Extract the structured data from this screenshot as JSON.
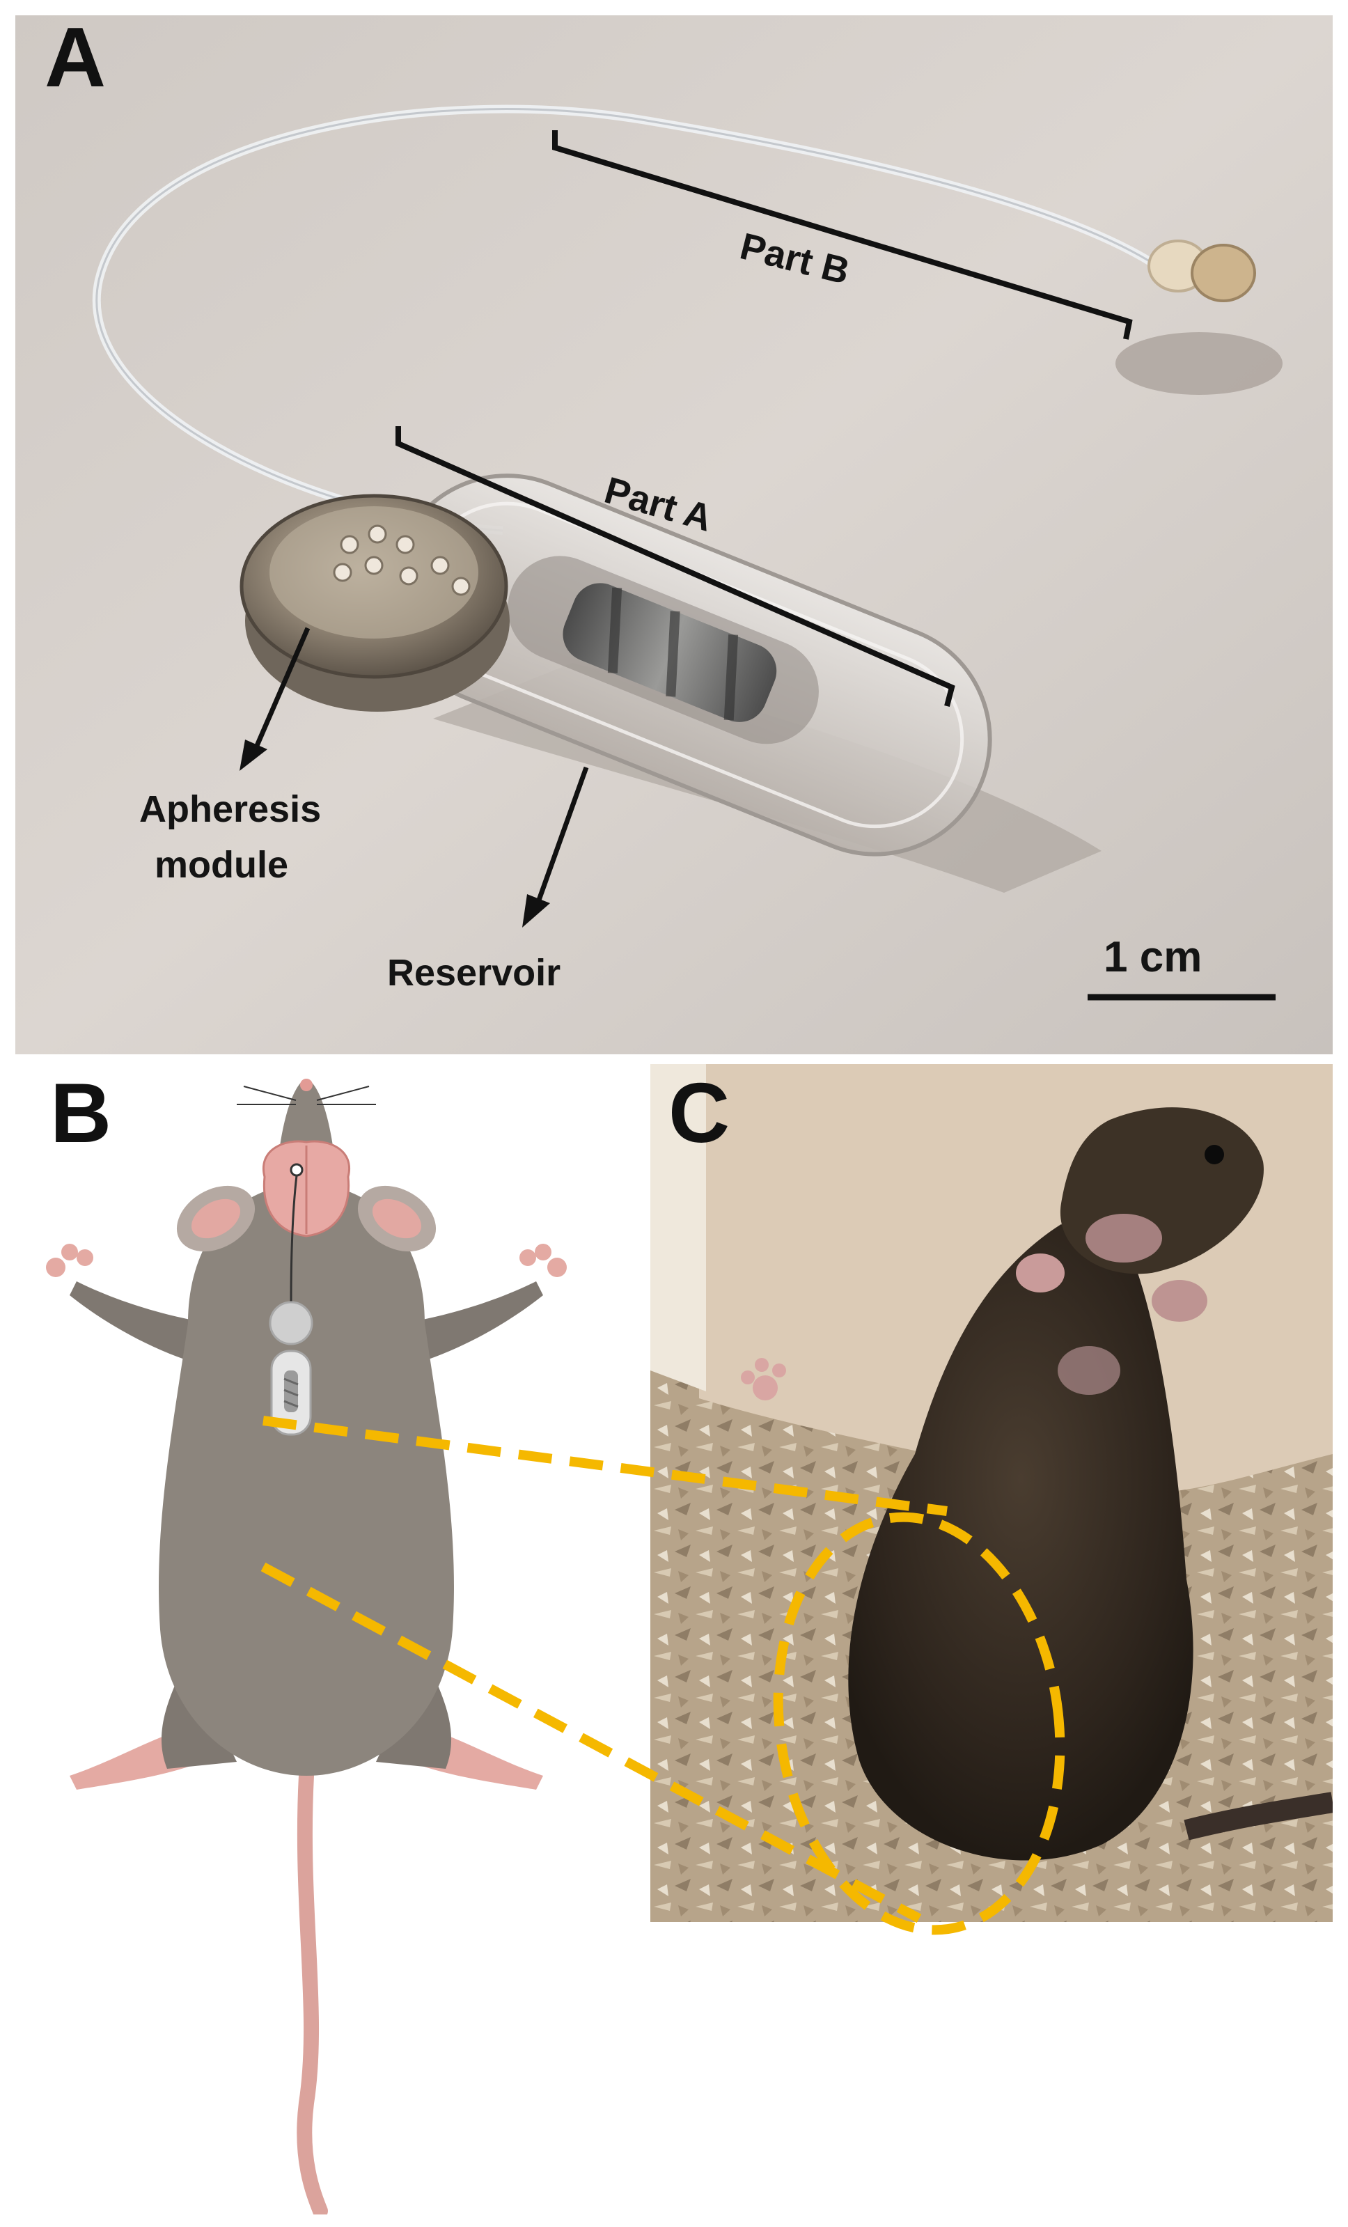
{
  "panels": {
    "a": {
      "label": "A",
      "annotations": {
        "part_b": "Part B",
        "part_a": "Part A",
        "apheresis": "Apheresis",
        "module": "module",
        "reservoir": "Reservoir",
        "scale_bar": "1 cm"
      }
    },
    "b": {
      "label": "B"
    },
    "c": {
      "label": "C"
    }
  },
  "colors": {
    "highlight": "#f5b800",
    "backdrop": "#d8d2cc",
    "mouse_fur": "#8c857d",
    "mouse_skin": "#e2a8a2",
    "photo_bedding": "#b7a48a"
  }
}
